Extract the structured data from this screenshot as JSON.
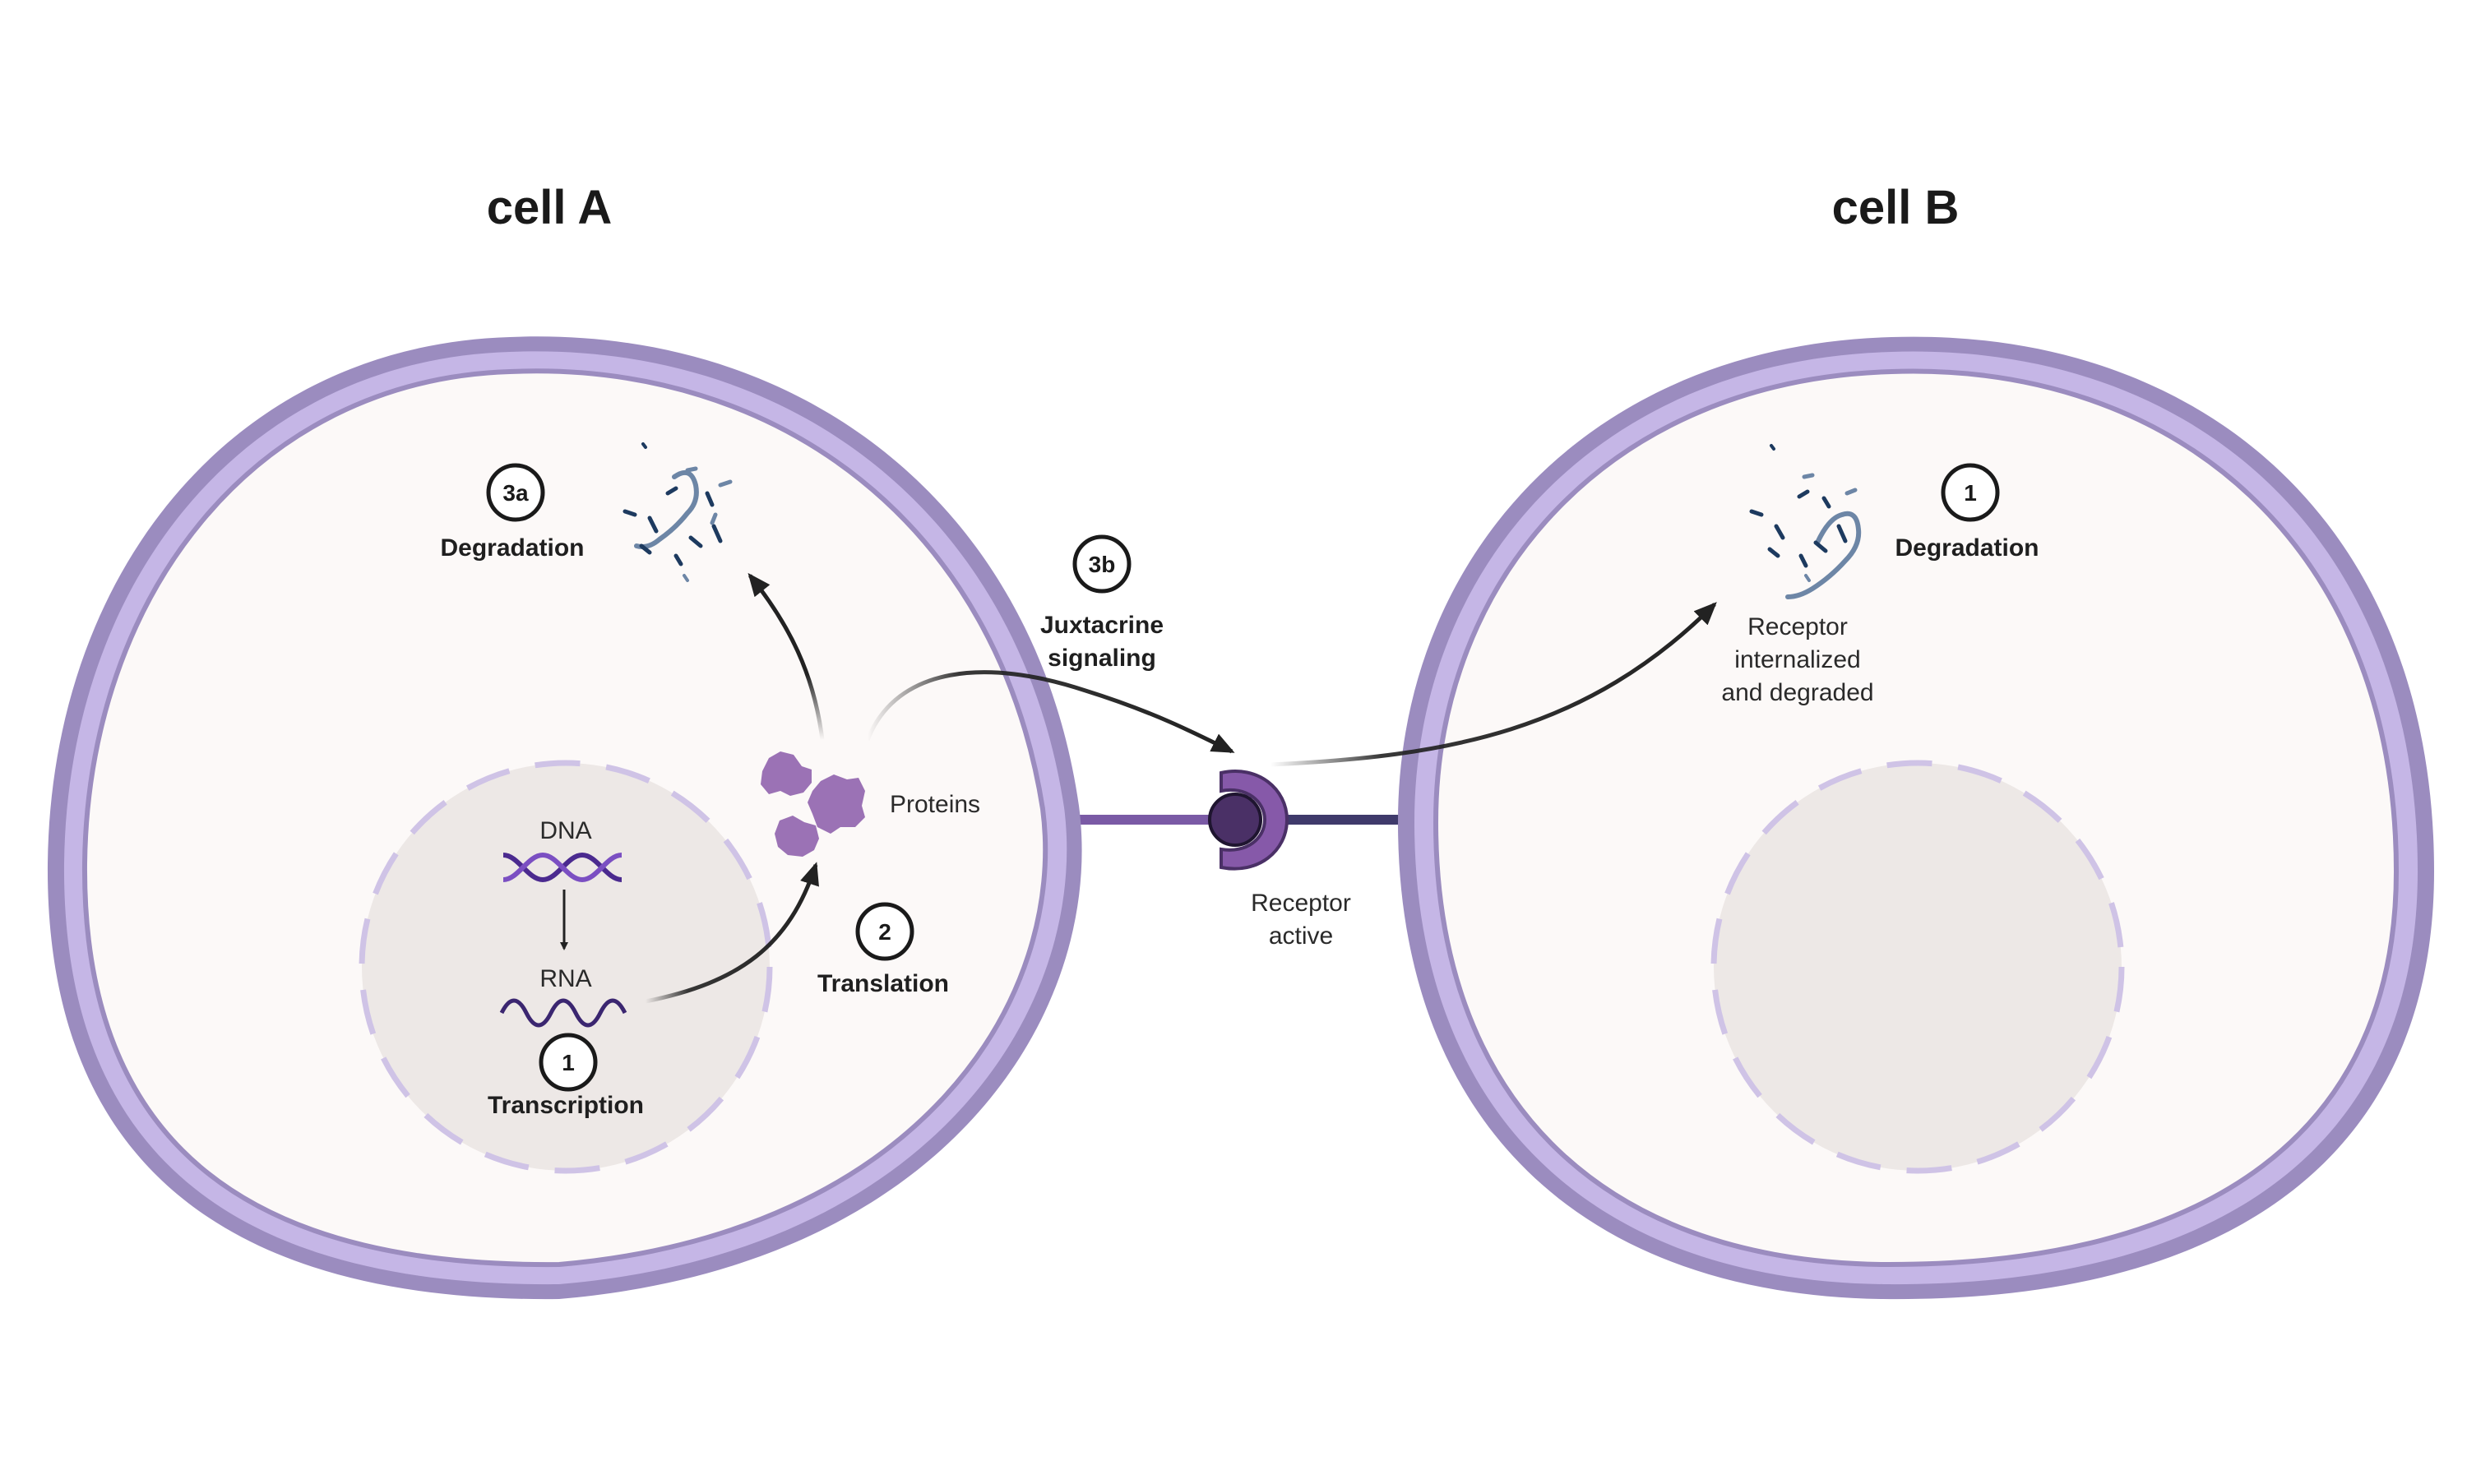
{
  "cell_a": {
    "title": "cell A",
    "dna_label": "DNA",
    "rna_label": "RNA",
    "proteins_label": "Proteins",
    "step_transcription": {
      "number": "1",
      "label": "Transcription"
    },
    "step_translation": {
      "number": "2",
      "label": "Translation"
    },
    "step_degradation": {
      "number": "3a",
      "label": "Degradation"
    }
  },
  "juxtacrine": {
    "number": "3b",
    "label_line1": "Juxtacrine",
    "label_line2": "signaling"
  },
  "receptor": {
    "label_line1": "Receptor",
    "label_line2": "active"
  },
  "cell_b": {
    "title": "cell B",
    "step_degradation": {
      "number": "1",
      "label": "Degradation"
    },
    "internalized_line1": "Receptor",
    "internalized_line2": "internalized",
    "internalized_line3": "and degraded"
  },
  "colors": {
    "membrane_outer": "#9b8cbf",
    "membrane_inner": "#c5b6e6",
    "cytoplasm": "#fcf9f8",
    "nucleus": "#ede8e6",
    "nucleus_border": "#cfc3e6",
    "protein": "#9b72b5",
    "receptor": "#8659a9",
    "ligand": "#4a3066",
    "dna_strand_a": "#4b2a8f",
    "dna_strand_b": "#7b4fc2",
    "fragments_dark": "#1d3a5f",
    "fragments_light": "#6d86a6",
    "arrow": "#222222"
  }
}
